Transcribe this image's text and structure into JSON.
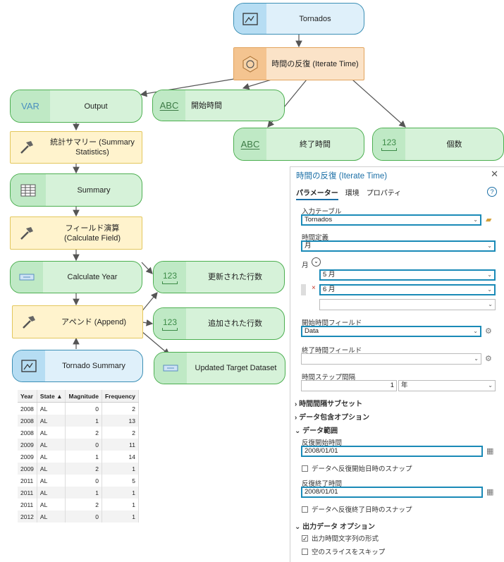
{
  "nodes": {
    "tornados": "Tornados",
    "iterate_time": "時間の反復 (Iterate Time)",
    "output": "Output",
    "start_time": "開始時間",
    "end_time": "終了時間",
    "count": "個数",
    "summary_statistics": "統計サマリー (Summary Statistics)",
    "summary": "Summary",
    "calculate_field": "フィールド演算 (Calculate Field)",
    "calculate_year": "Calculate Year",
    "updated_rows": "更新された行数",
    "append": "アペンド (Append)",
    "appended_rows": "追加された行数",
    "tornado_summary": "Tornado Summary",
    "updated_target": "Updated Target Dataset"
  },
  "icons": {
    "var": "VAR",
    "abc": "ABC",
    "num": "123"
  },
  "table": {
    "headers": [
      "Year",
      "State ▲",
      "Magnitude",
      "Frequency"
    ],
    "rows": [
      [
        "2008",
        "AL",
        "0",
        "2"
      ],
      [
        "2008",
        "AL",
        "1",
        "13"
      ],
      [
        "2008",
        "AL",
        "2",
        "2"
      ],
      [
        "2009",
        "AL",
        "0",
        "11"
      ],
      [
        "2009",
        "AL",
        "1",
        "14"
      ],
      [
        "2009",
        "AL",
        "2",
        "1"
      ],
      [
        "2011",
        "AL",
        "0",
        "5"
      ],
      [
        "2011",
        "AL",
        "1",
        "1"
      ],
      [
        "2011",
        "AL",
        "2",
        "1"
      ],
      [
        "2012",
        "AL",
        "0",
        "1"
      ]
    ]
  },
  "panel": {
    "title": "時間の反復 (Iterate Time)",
    "close": "✕",
    "tabs": [
      "パラメーター",
      "環境",
      "プロパティ"
    ],
    "help": "?",
    "input_table_label": "入力テーブル",
    "input_table_value": "Tornados",
    "time_definition_label": "時間定義",
    "time_definition_value": "月",
    "month_label": "月",
    "month_1": "5 月",
    "month_2": "6 月",
    "start_field_label": "開始時間フィールド",
    "start_field_value": "Data",
    "end_field_label": "終了時間フィールド",
    "time_step_label": "時間ステップ間隔",
    "time_step_value": "1",
    "time_step_unit": "年",
    "section_subset": "時間間隔サブセット",
    "section_data_inclusion": "データ包含オプション",
    "section_data_range": "データ範囲",
    "iter_start_label": "反復開始時間",
    "iter_start_value": "2008/01/01",
    "snap_start": "データへ反復開始日時のスナップ",
    "iter_end_label": "反復終了時間",
    "iter_end_value": "2008/01/01",
    "snap_end": "データへ反復終了日時のスナップ",
    "section_output": "出力データ オプション",
    "output_string": "出力時間文字列の形式",
    "skip_empty": "空のスライスをスキップ"
  },
  "colors": {
    "data": "#dff0fa",
    "variable": "#d6f2d9",
    "tool": "#fff3cd",
    "iterator": "#fbe3c8",
    "highlight": "#1a8ab7"
  }
}
